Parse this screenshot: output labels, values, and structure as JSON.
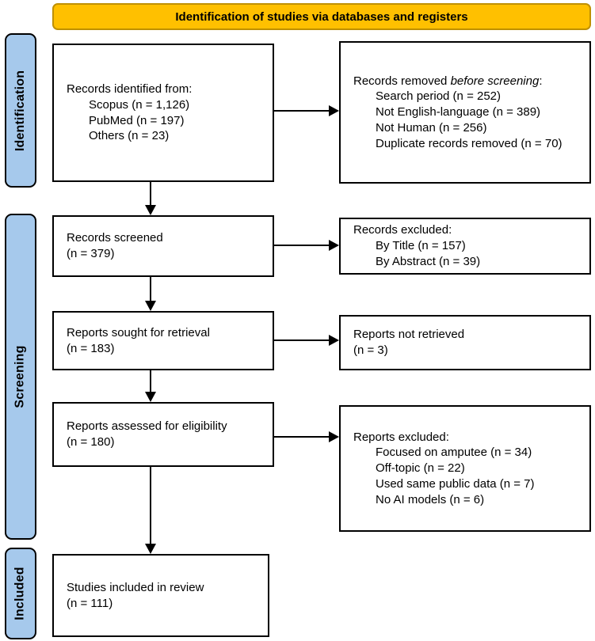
{
  "header": {
    "title": "Identification of studies via databases and registers"
  },
  "colors": {
    "banner_fill": "#FFC000",
    "banner_border": "#BF9000",
    "sidebar_fill": "#A6C9EC",
    "box_border": "#000000",
    "text": "#000000"
  },
  "sidebar": {
    "identification": "Identification",
    "screening": "Screening",
    "included": "Included"
  },
  "boxes": {
    "records_identified": {
      "title": "Records identified from:",
      "items": [
        "Scopus (n = 1,126)",
        "PubMed (n = 197)",
        "Others (n = 23)"
      ]
    },
    "records_removed": {
      "title_prefix": "Records removed ",
      "title_italic": "before screening",
      "title_suffix": ":",
      "items": [
        "Search period (n = 252)",
        "Not English-language (n = 389)",
        "Not Human (n = 256)",
        "Duplicate records removed (n = 70)"
      ]
    },
    "records_screened": {
      "line1": "Records screened",
      "line2": "(n = 379)"
    },
    "records_excluded": {
      "title": "Records excluded:",
      "items": [
        "By Title (n = 157)",
        "By Abstract (n = 39)"
      ]
    },
    "reports_sought": {
      "line1": "Reports sought for retrieval",
      "line2": "(n = 183)"
    },
    "reports_not_retrieved": {
      "line1": "Reports not retrieved",
      "line2": "(n = 3)"
    },
    "reports_assessed": {
      "line1": "Reports assessed for eligibility",
      "line2": "(n = 180)"
    },
    "reports_excluded": {
      "title": "Reports excluded:",
      "items": [
        "Focused on amputee (n = 34)",
        "Off-topic (n = 22)",
        "Used same public data (n = 7)",
        "No AI models (n = 6)"
      ]
    },
    "studies_included": {
      "line1": "Studies included in review",
      "line2": "(n = 111)"
    }
  }
}
